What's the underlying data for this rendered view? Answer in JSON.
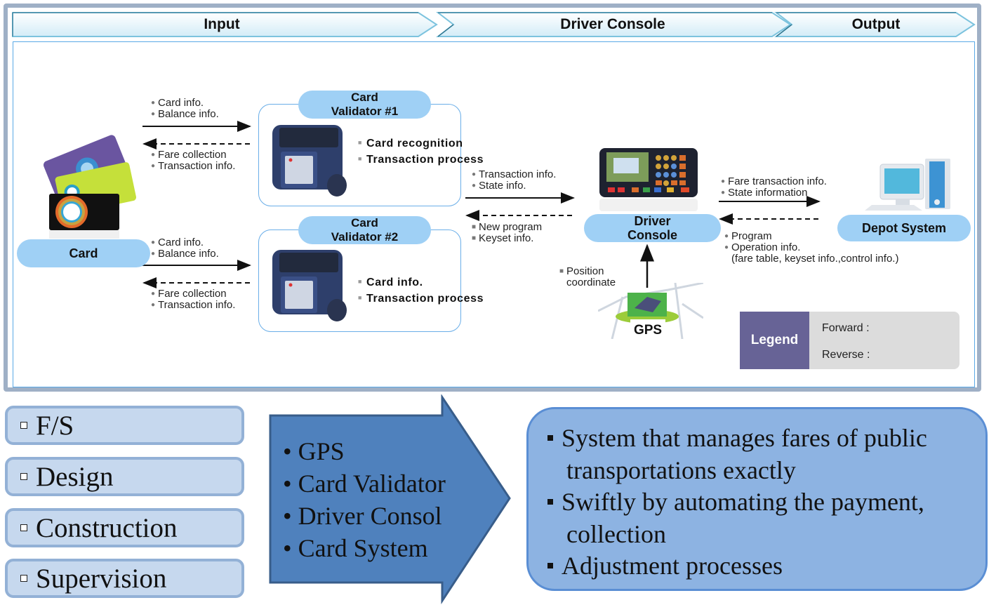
{
  "header": {
    "stages": [
      "Input",
      "Driver Console",
      "Output"
    ]
  },
  "card": {
    "label": "Card",
    "icon": "smart-cards-icon"
  },
  "links": {
    "card_to_v1_forward": [
      "Card info.",
      "Balance info."
    ],
    "card_to_v1_reverse": [
      "Fare collection",
      "Transaction info."
    ],
    "card_to_v2_forward": [
      "Card info.",
      "Balance info."
    ],
    "card_to_v2_reverse": [
      "Fare collection",
      "Transaction info."
    ],
    "validator_to_console_forward": [
      "Transaction info.",
      "State info."
    ],
    "validator_to_console_reverse": [
      "New program",
      "Keyset info."
    ],
    "console_to_depot_forward": [
      "Fare transaction info.",
      "State information"
    ],
    "console_to_depot_reverse": [
      "Program",
      "Operation info.",
      "(fare table, keyset info.,control info.)"
    ],
    "gps_to_console": [
      "Position",
      "coordinate"
    ]
  },
  "validator1": {
    "title_line1": "Card",
    "title_line2": "Validator #1",
    "features": [
      "Card recognition",
      "Transaction process"
    ],
    "icon": "card-validator-device-icon"
  },
  "validator2": {
    "title_line1": "Card",
    "title_line2": "Validator #2",
    "features": [
      "Card info.",
      "Transaction process"
    ],
    "icon": "card-validator-device-icon"
  },
  "console": {
    "title_line1": "Driver",
    "title_line2": "Console",
    "icon": "driver-console-device-icon"
  },
  "gps": {
    "label": "GPS",
    "icon": "gps-map-icon"
  },
  "depot": {
    "label": "Depot System",
    "icon": "desktop-computer-icon"
  },
  "legend": {
    "title": "Legend",
    "forward": "Forward :",
    "reverse": "Reverse :"
  },
  "phases": [
    "F/S",
    "Design",
    "Construction",
    "Supervision"
  ],
  "components": [
    "GPS",
    "Card Validator",
    "Driver Consol",
    "Card System"
  ],
  "description": [
    [
      "System that manages fares of public",
      "transportations exactly"
    ],
    [
      "Swiftly by automating the payment,",
      "collection"
    ],
    [
      "Adjustment processes"
    ]
  ],
  "colors": {
    "pill": "#9fd0f5",
    "legend_head": "#676396",
    "arrow_fill": "#4f81bd",
    "desc_fill": "#8db3e2",
    "phase_fill": "#c6d8ee"
  }
}
